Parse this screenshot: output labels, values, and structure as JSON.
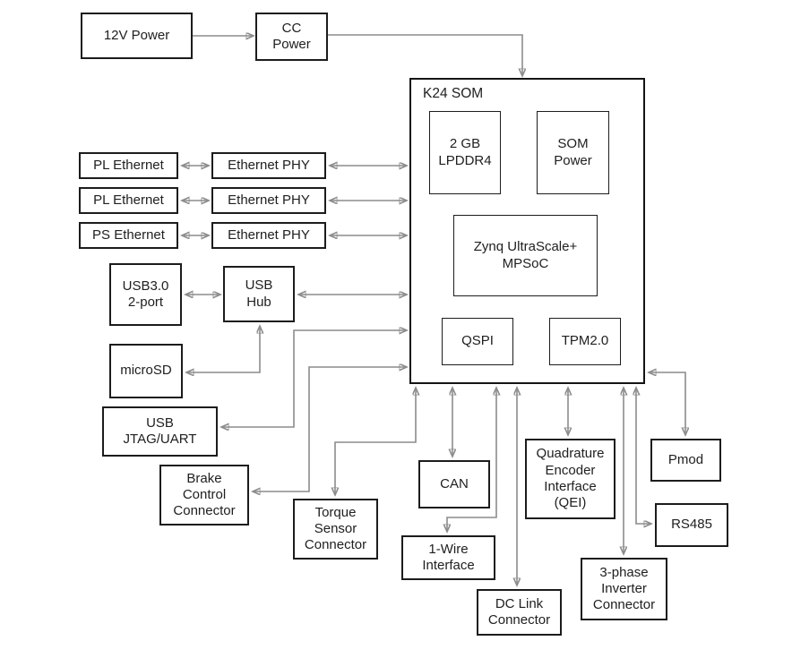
{
  "nodes": {
    "power_12v": {
      "label": "12V Power"
    },
    "cc_power": {
      "label": "CC\nPower"
    },
    "k24_som": {
      "label": "K24 SOM"
    },
    "lpddr4": {
      "label": "2 GB\nLPDDR4"
    },
    "som_power": {
      "label": "SOM\nPower"
    },
    "zynq": {
      "label": "Zynq UltraScale+\nMPSoC"
    },
    "qspi": {
      "label": "QSPI"
    },
    "tpm": {
      "label": "TPM2.0"
    },
    "pl_ethernet_1": {
      "label": "PL Ethernet"
    },
    "ethernet_phy_1": {
      "label": "Ethernet PHY"
    },
    "pl_ethernet_2": {
      "label": "PL Ethernet"
    },
    "ethernet_phy_2": {
      "label": "Ethernet PHY"
    },
    "ps_ethernet": {
      "label": "PS Ethernet"
    },
    "ethernet_phy_3": {
      "label": "Ethernet PHY"
    },
    "usb3_2port": {
      "label": "USB3.0\n2-port"
    },
    "usb_hub": {
      "label": "USB\nHub"
    },
    "microsd": {
      "label": "microSD"
    },
    "usb_jtag_uart": {
      "label": "USB\nJTAG/UART"
    },
    "brake_control": {
      "label": "Brake\nControl\nConnector"
    },
    "torque_sensor": {
      "label": "Torque\nSensor\nConnector"
    },
    "can": {
      "label": "CAN"
    },
    "one_wire": {
      "label": "1-Wire\nInterface"
    },
    "dc_link": {
      "label": "DC Link\nConnector"
    },
    "qei": {
      "label": "Quadrature\nEncoder\nInterface\n(QEI)"
    },
    "inverter_3phase": {
      "label": "3-phase\nInverter\nConnector"
    },
    "pmod": {
      "label": "Pmod"
    },
    "rs485": {
      "label": "RS485"
    }
  },
  "colors": {
    "background": "#ffffff",
    "box_border": "#1c1c1c",
    "line": "#8c8c8c",
    "arrowhead": "#111111",
    "text": "#202020"
  }
}
